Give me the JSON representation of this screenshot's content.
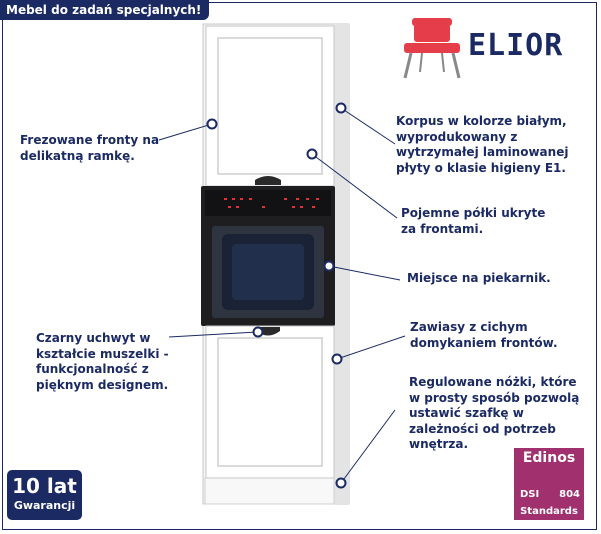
{
  "header": {
    "tagline": "Mebel do zadań specjalnych!"
  },
  "brand": {
    "name": "ELIOR",
    "chair_color": "#e63d4a"
  },
  "annotations": {
    "fronts": "Frezowane fronty na delikatną ramkę.",
    "body": "Korpus w kolorze białym, wyprodukowany z wytrzymałej laminowanej płyty o klasie higieny E1.",
    "shelves": "Pojemne półki ukryte za frontami.",
    "oven_slot": "Miejsce na piekarnik.",
    "handle": "Czarny uchwyt w kształcie muszelki - funkcjonalność z pięknym designem.",
    "hinges": "Zawiasy z cichym domykaniem frontów.",
    "feet": "Regulowane nóżki, które w prosty sposób pozwolą ustawić szafkę w zależności od potrzeb wnętrza."
  },
  "warranty": {
    "years": "10 lat",
    "label": "Gwarancji"
  },
  "certificate": {
    "brand": "Edinos",
    "code_left": "DSI",
    "code_right": "804",
    "label": "Standards"
  },
  "colors": {
    "accent": "#1b2a63",
    "certificate": "#a0306e"
  }
}
